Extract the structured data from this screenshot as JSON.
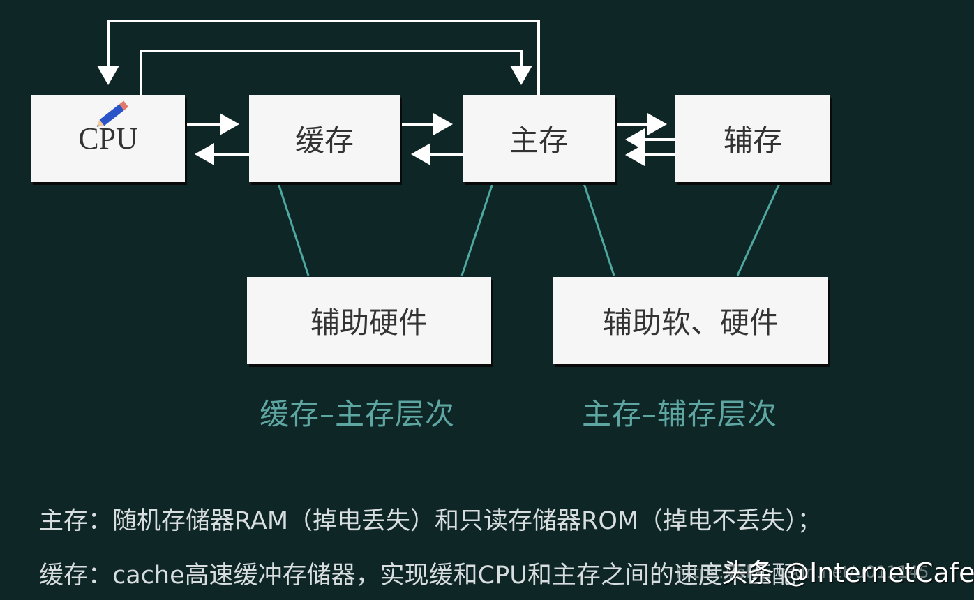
{
  "diagram": {
    "boxes": {
      "cpu": "CPU",
      "cache": "缓存",
      "main": "主存",
      "aux": "辅存",
      "aux_hardware": "辅助硬件",
      "aux_soft_hardware": "辅助软、硬件"
    },
    "levels": {
      "cache_main": "缓存–主存层次",
      "main_aux": "主存–辅存层次"
    }
  },
  "notes": {
    "main_memory": "主存：随机存储器RAM（掉电丢失）和只读存储器ROM（掉电不丢失）；",
    "cache": "缓存：cache高速缓冲存储器，实现缓和CPU和主存之间的速度不匹配"
  },
  "watermark": {
    "brand": "头条 @InternetCafe",
    "url": "https://blog.csdn.net/u011145"
  },
  "colors": {
    "background": "#0f2626",
    "box_fill": "#f6f6f6",
    "connector": "#4fa8a0",
    "level_label": "#5ea6a2",
    "note_text": "#d8dde0"
  },
  "icons": {
    "pencil": "pencil-icon"
  }
}
